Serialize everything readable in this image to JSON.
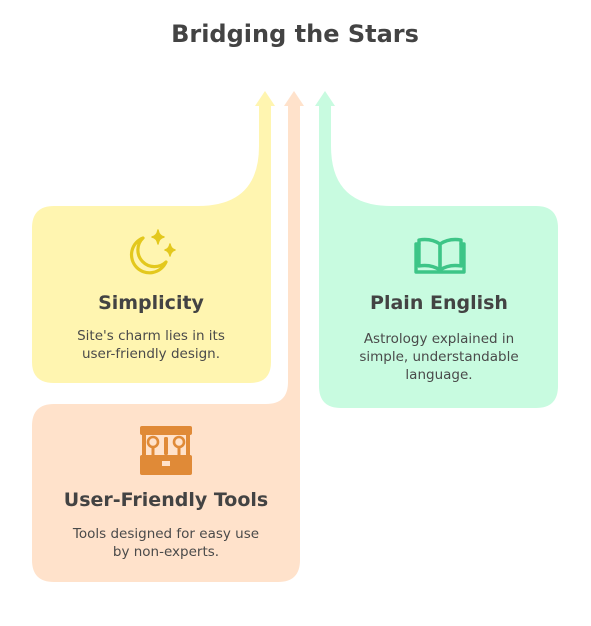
{
  "title": "Bridging the Stars",
  "colors": {
    "yellow": "#FFF5B0",
    "peach": "#FFE2CB",
    "mint": "#C8FBE0",
    "yellow_icon": "#E3C81D",
    "peach_icon": "#E08A37",
    "mint_icon": "#3DC587"
  },
  "cards": [
    {
      "key": "simplicity",
      "title": "Simplicity",
      "description_lines": [
        "Site's charm lies in its",
        "user-friendly design."
      ],
      "icon": "moon-stars-icon"
    },
    {
      "key": "plain-english",
      "title": "Plain English",
      "description_lines": [
        "Astrology explained in",
        "simple, understandable",
        "language."
      ],
      "icon": "open-book-icon"
    },
    {
      "key": "user-friendly-tools",
      "title": "User-Friendly Tools",
      "description_lines": [
        "Tools designed for easy use",
        "by non-experts."
      ],
      "icon": "toolbox-icon"
    }
  ]
}
